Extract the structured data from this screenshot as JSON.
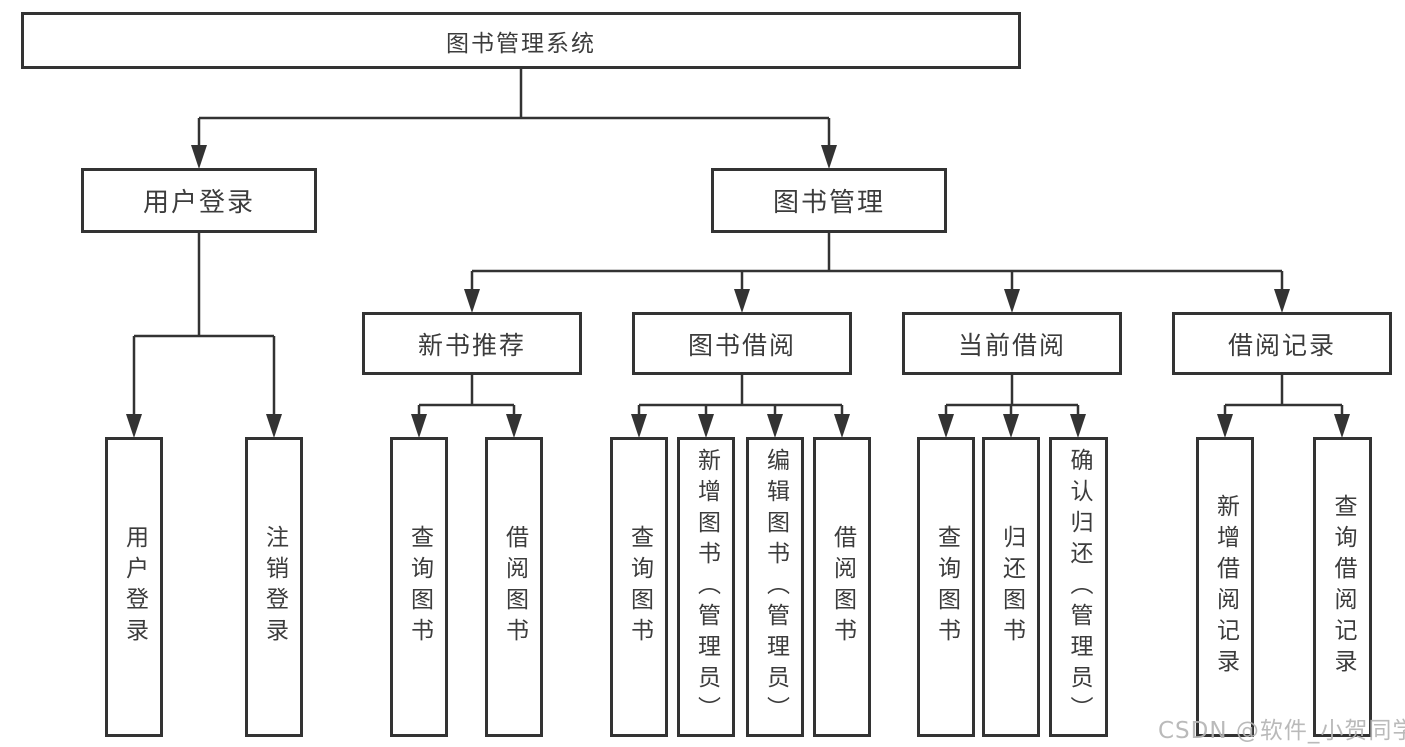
{
  "nodes": {
    "root": "图书管理系统",
    "user_login": "用户登录",
    "book_mgmt": "图书管理",
    "new_book_rec": "新书推荐",
    "book_borrow": "图书借阅",
    "current_borrow": "当前借阅",
    "borrow_record": "借阅记录",
    "leaf_login": "用户登录",
    "leaf_logout": "注销登录",
    "leaf_nb_query": "查询图书",
    "leaf_nb_borrow": "借阅图书",
    "leaf_bb_query": "查询图书",
    "leaf_bb_add": "新增图书（管理员）",
    "leaf_bb_edit": "编辑图书（管理员）",
    "leaf_bb_borrow": "借阅图书",
    "leaf_cb_query": "查询图书",
    "leaf_cb_return": "归还图书",
    "leaf_cb_confirm": "确认归还（管理员）",
    "leaf_br_add": "新增借阅记录",
    "leaf_br_query": "查询借阅记录"
  },
  "hierarchy": {
    "图书管理系统": {
      "用户登录": [
        "用户登录",
        "注销登录"
      ],
      "图书管理": {
        "新书推荐": [
          "查询图书",
          "借阅图书"
        ],
        "图书借阅": [
          "查询图书",
          "新增图书（管理员）",
          "编辑图书（管理员）",
          "借阅图书"
        ],
        "当前借阅": [
          "查询图书",
          "归还图书",
          "确认归还（管理员）"
        ],
        "借阅记录": [
          "新增借阅记录",
          "查询借阅记录"
        ]
      }
    }
  },
  "watermark": "CSDN @软件_小贺同学",
  "colors": {
    "line": "#333333",
    "text": "#3c3c3c",
    "watermark": "#b5b5b5",
    "background": "#ffffff"
  }
}
